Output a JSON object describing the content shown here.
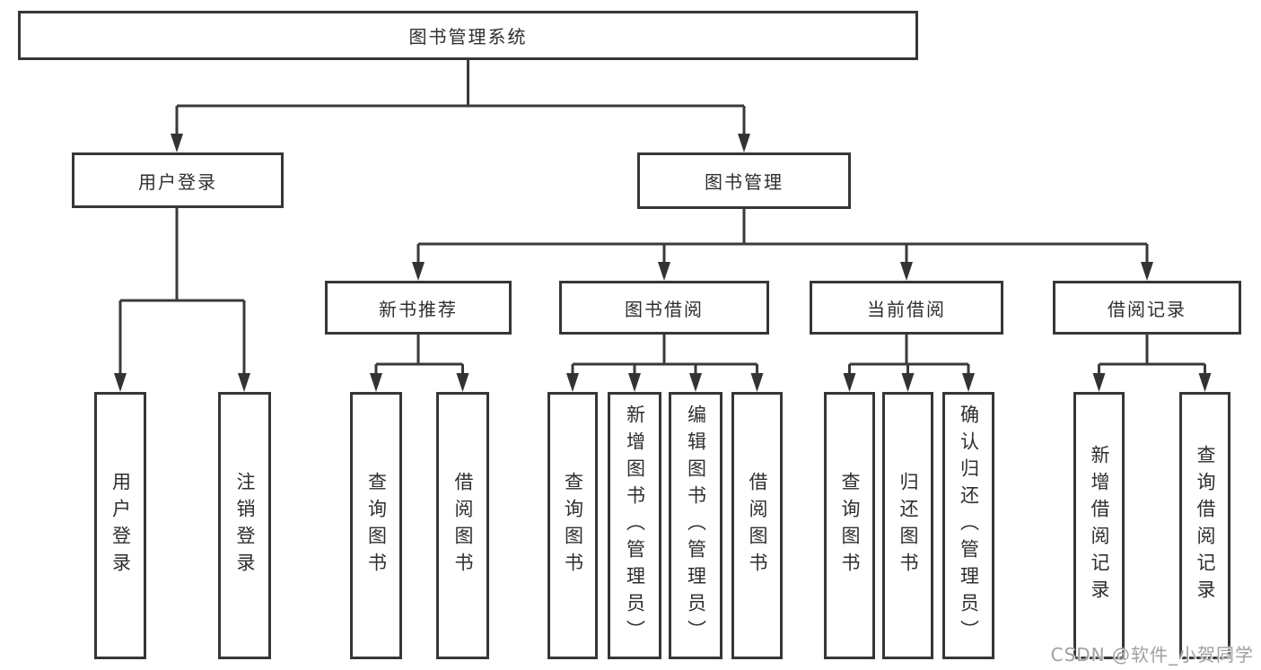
{
  "nodes": {
    "root": "图书管理系统",
    "user_login": "用户登录",
    "book_management": "图书管理",
    "new_book_recommend": "新书推荐",
    "book_borrow": "图书借阅",
    "current_borrow": "当前借阅",
    "borrow_records": "借阅记录",
    "leaf_user_login": "用户登录",
    "leaf_logout": "注销登录",
    "leaf_nb_query": "查询图书",
    "leaf_nb_borrow": "借阅图书",
    "leaf_bb_query": "查询图书",
    "leaf_bb_add": "新增图书（管理员）",
    "leaf_bb_edit": "编辑图书（管理员）",
    "leaf_bb_borrow": "借阅图书",
    "leaf_cb_query": "查询图书",
    "leaf_cb_return": "归还图书",
    "leaf_cb_confirm": "确认归还（管理员）",
    "leaf_br_add": "新增借阅记录",
    "leaf_br_query": "查询借阅记录"
  },
  "watermark": "CSDN @软件_小贺同学",
  "colors": {
    "line": "#3a3a3a",
    "box_border": "#363636",
    "text": "#2e2e2e",
    "watermark": "#a0a0a0",
    "background": "#ffffff"
  }
}
